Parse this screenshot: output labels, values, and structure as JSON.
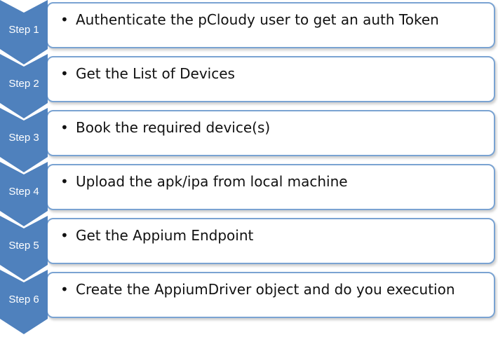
{
  "colors": {
    "chevron_fill": "#4f81bd",
    "box_border": "#7aa3d2",
    "box_fill": "#ffffff",
    "label_text": "#ffffff"
  },
  "steps": [
    {
      "label": "Step 1",
      "bullet": "•",
      "text": "Authenticate the pCloudy user to get an auth Token"
    },
    {
      "label": "Step 2",
      "bullet": "•",
      "text": "Get the List of Devices"
    },
    {
      "label": "Step 3",
      "bullet": "•",
      "text": "Book the required device(s)"
    },
    {
      "label": "Step 4",
      "bullet": "•",
      "text": "Upload the apk/ipa from local machine"
    },
    {
      "label": "Step 5",
      "bullet": "•",
      "text": "Get the Appium Endpoint"
    },
    {
      "label": "Step 6",
      "bullet": "•",
      "text": "Create the AppiumDriver object and do you execution"
    }
  ]
}
